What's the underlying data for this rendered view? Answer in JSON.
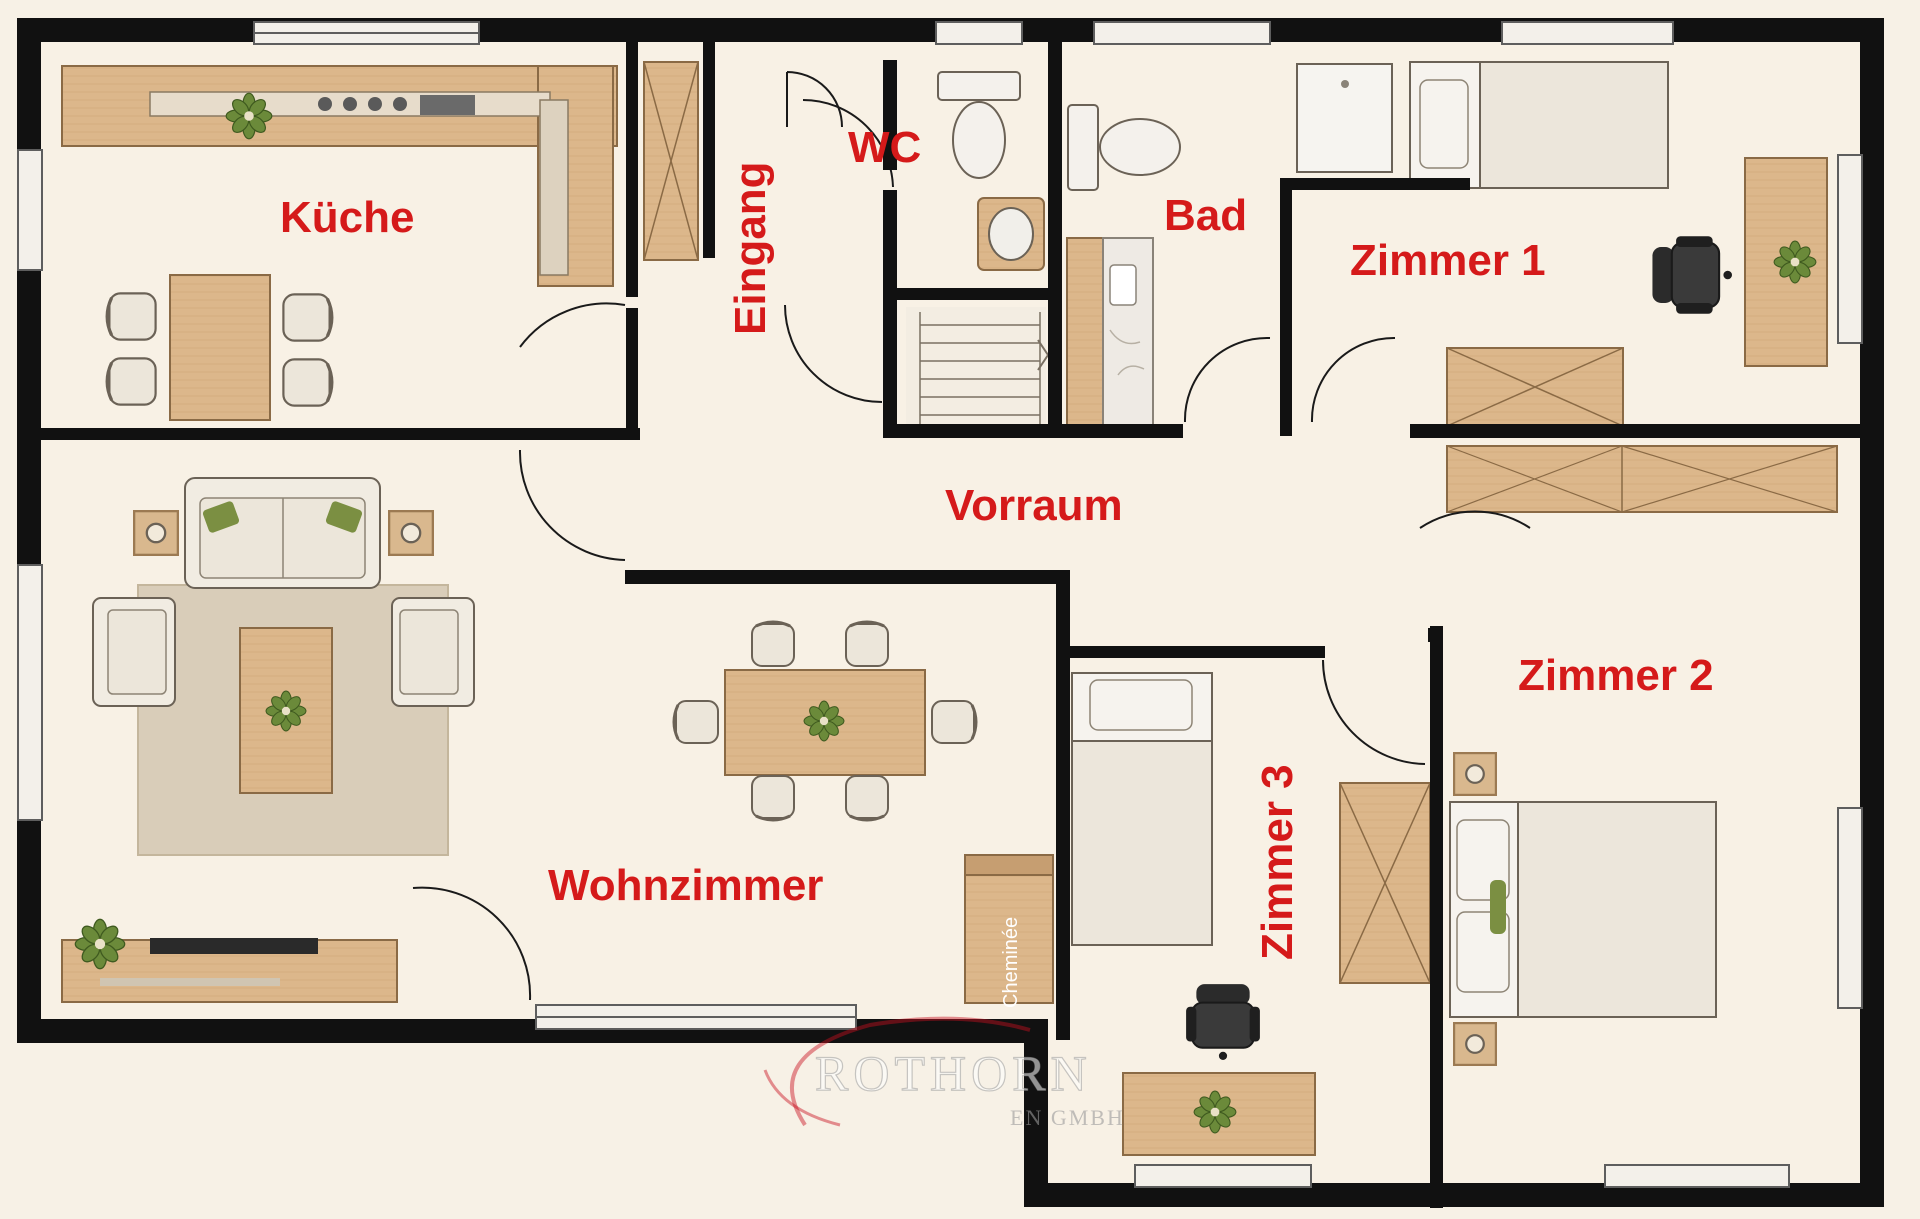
{
  "rooms": {
    "kueche": "Küche",
    "eingang": "Eingang",
    "wc": "WC",
    "bad": "Bad",
    "zimmer1": "Zimmer 1",
    "vorraum": "Vorraum",
    "zimmer2": "Zimmer 2",
    "zimmer3": "Zimmer 3",
    "wohnzimmer": "Wohnzimmer"
  },
  "fixtures": {
    "cheminee": "Cheminée"
  },
  "watermark": {
    "line1": "ROTHORN",
    "line2": "EN GMBH"
  },
  "colors": {
    "label": "#d51a1a",
    "wall": "#111111",
    "floor": "#f8f1e5",
    "wood": "#d8b48a",
    "rug": "#d9cdb9"
  }
}
